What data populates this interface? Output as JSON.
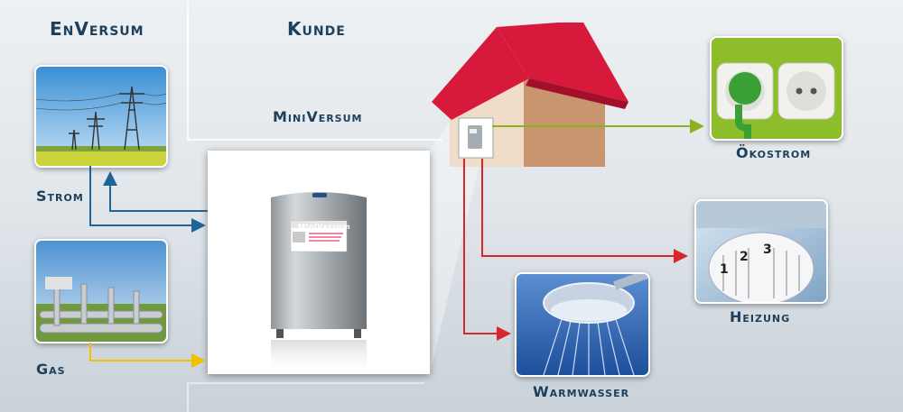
{
  "labels": {
    "eversum": "EnVersum",
    "kunde": "Kunde",
    "miniversum": "MiniVersum",
    "strom": "Strom",
    "gas": "Gas",
    "oekostrom": "Ökostrom",
    "heizung": "Heizung",
    "warmwasser": "Warmwasser",
    "unit_plate": "MiniVersum"
  },
  "colors": {
    "electric": "#1e6496",
    "gas": "#f2c000",
    "eco": "#8bb21a",
    "heat": "#d8262e",
    "text": "#1d3f5c",
    "roof": "#d71a3c"
  },
  "icons": [
    "power-lines-photo",
    "gas-pipes-photo",
    "power-socket-photo",
    "thermostat-photo",
    "shower-head-photo",
    "house-icon",
    "heating-unit-icon"
  ]
}
